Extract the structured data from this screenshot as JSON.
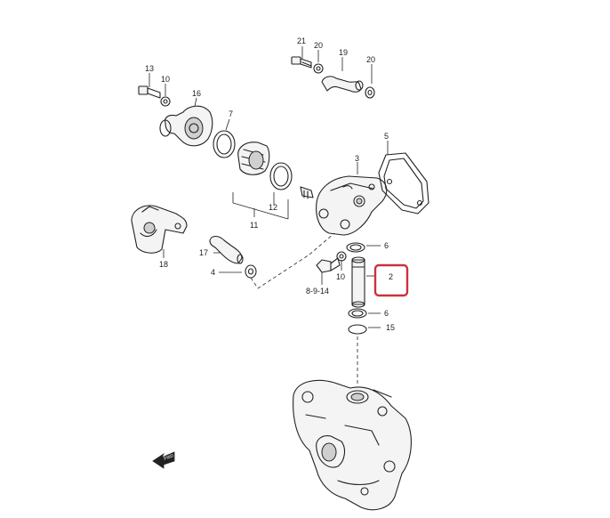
{
  "callouts": {
    "c21": "21",
    "c20a": "20",
    "c19": "19",
    "c20b": "20",
    "c13": "13",
    "c10a": "10",
    "c16": "16",
    "c7": "7",
    "c3": "3",
    "c5": "5",
    "c12": "12",
    "c11": "11",
    "c18": "18",
    "c17": "17",
    "c4": "4",
    "c6a": "6",
    "c10b": "10",
    "c2": "2",
    "c8914": "8-9-14",
    "c6b": "6",
    "c15": "15"
  },
  "highlight": {
    "target": "2",
    "color": "#c8323c"
  },
  "front_arrow": {
    "label": "FWD"
  }
}
